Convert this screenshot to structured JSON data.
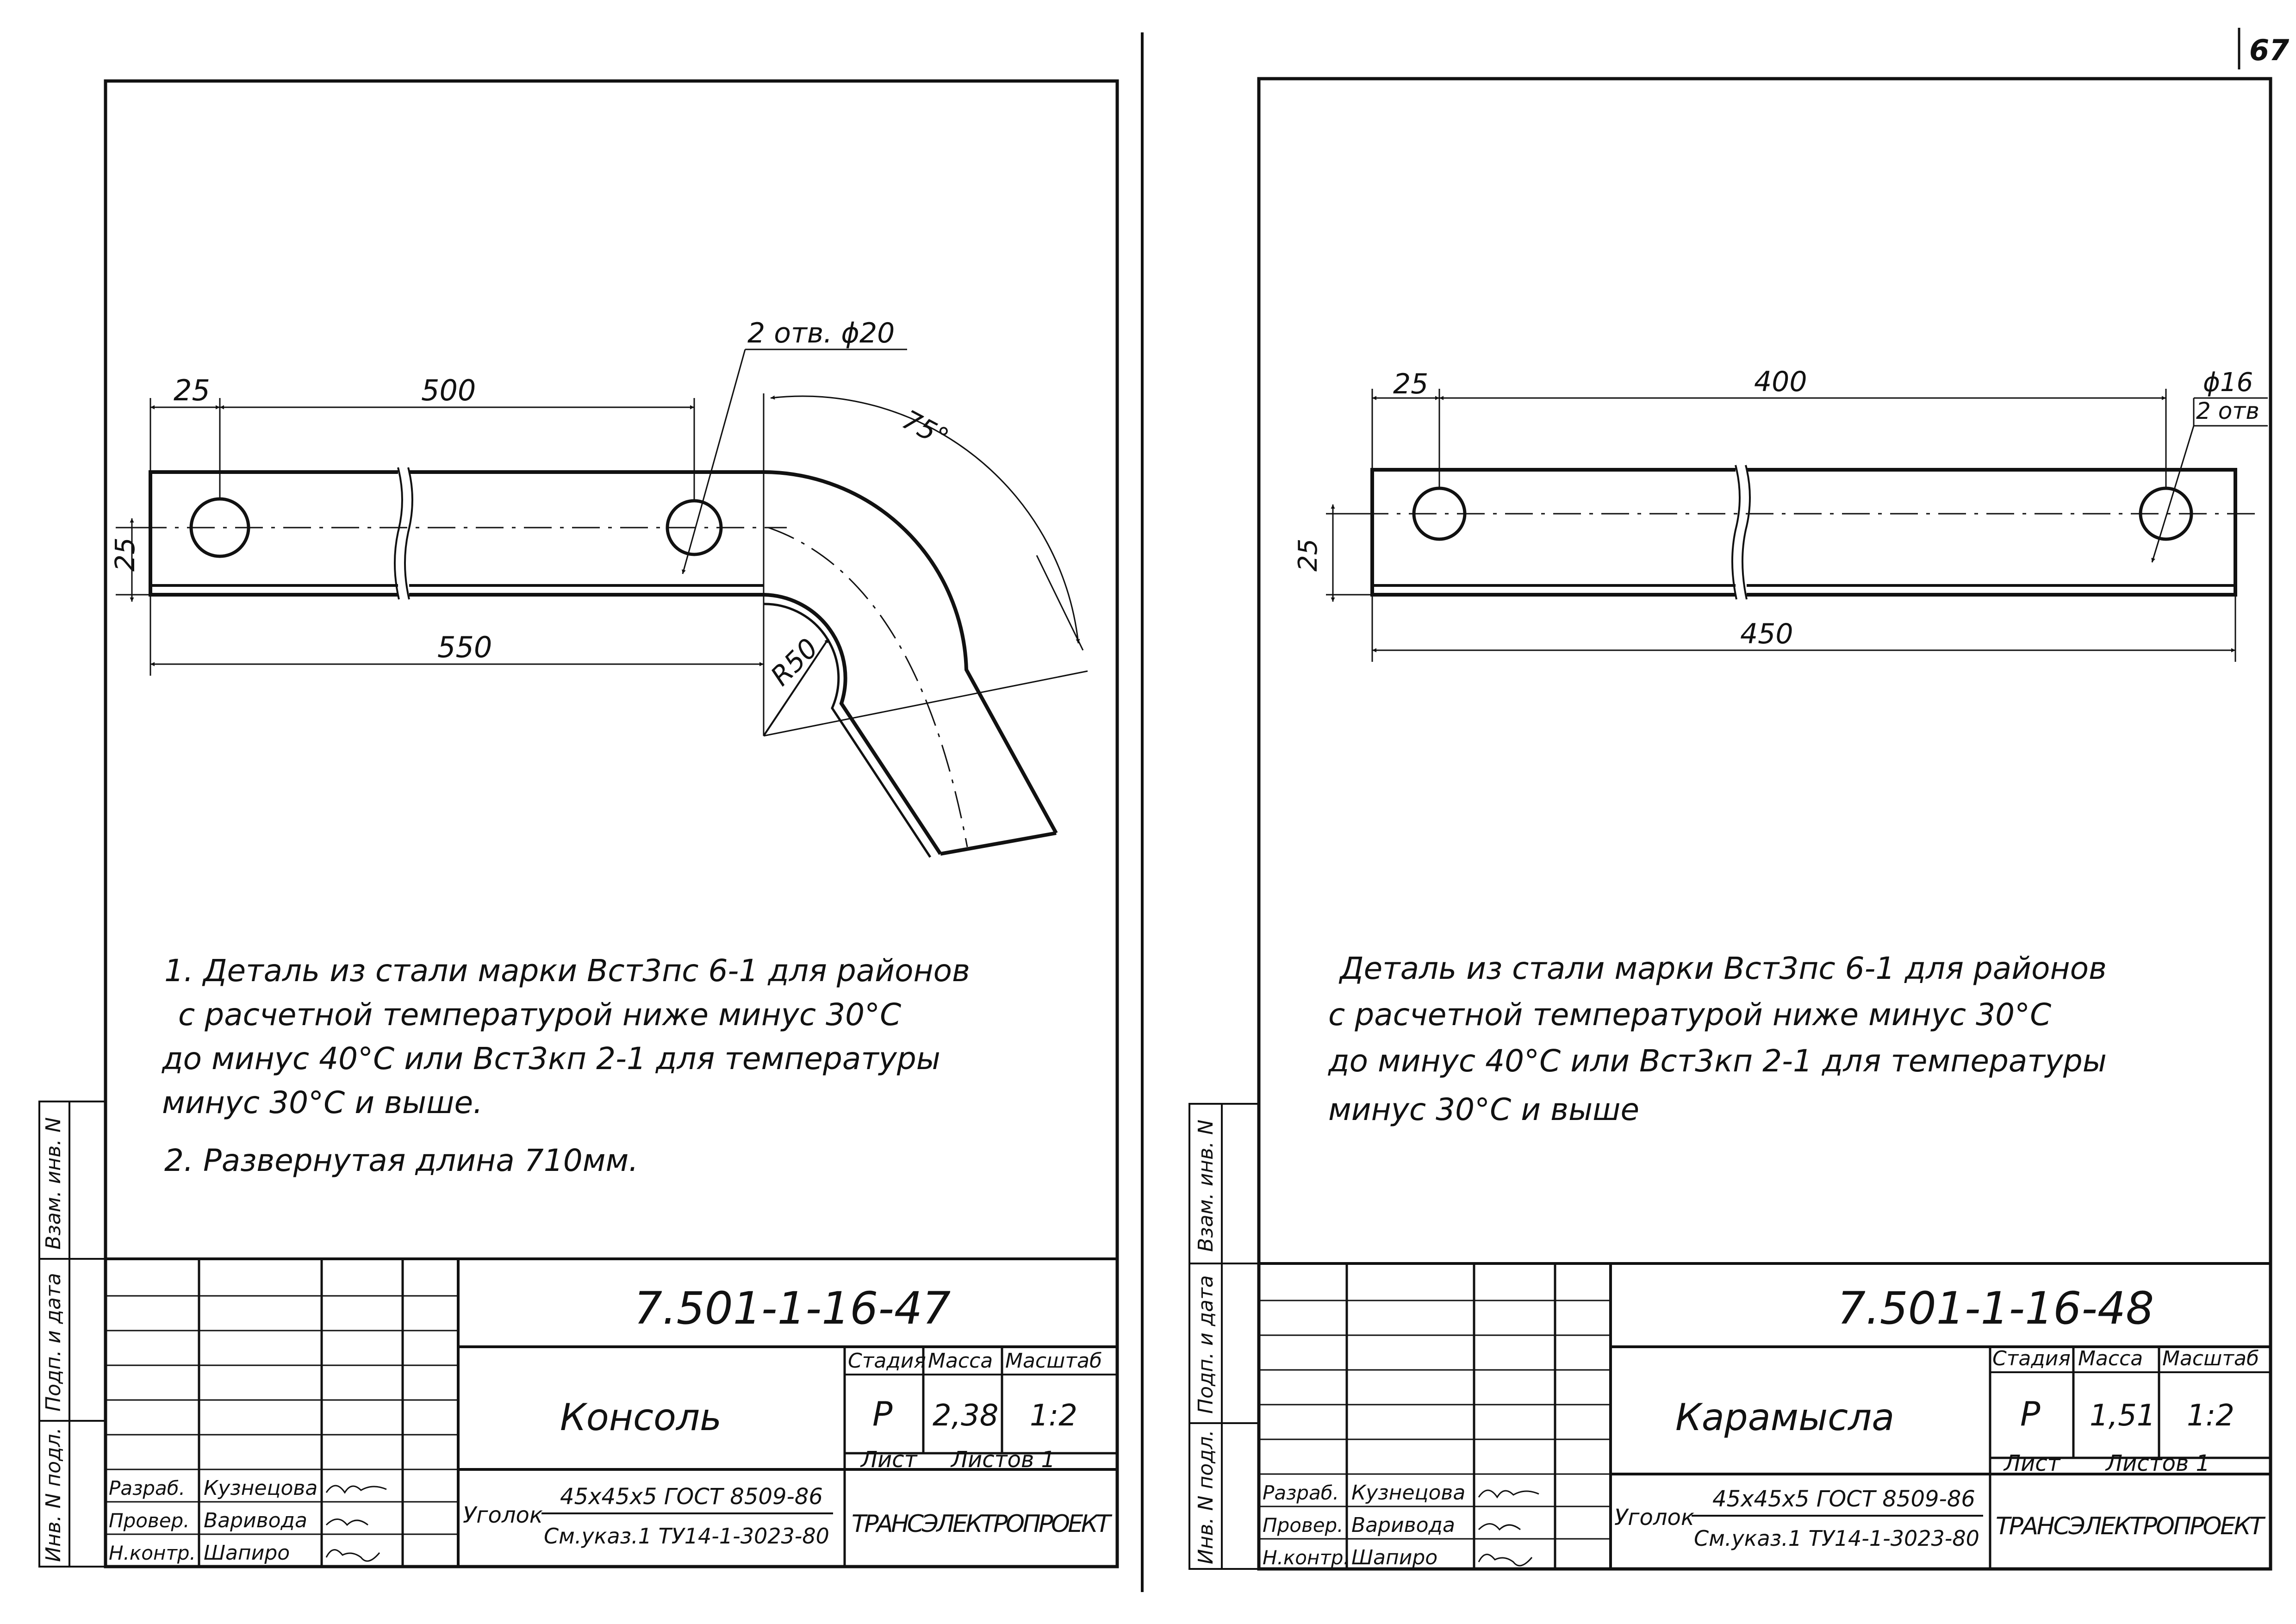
{
  "page_number": "67",
  "left": {
    "drawing": {
      "dim_25_top": "25",
      "dim_500": "500",
      "holes_callout": "2 отв. ϕ20",
      "angle": "75°",
      "dim_25_side": "25",
      "dim_550": "550",
      "radius": "R50"
    },
    "notes": [
      "1. Деталь из стали марки Вст3пс 6-1 для районов",
      "с расчетной температурой ниже минус 30°С",
      "до минус 40°С или Вст3кп 2-1 для температуры",
      "минус 30°С и выше.",
      "2. Развернутая длина 710мм."
    ],
    "side_stamps": [
      "Взам. инв. N",
      "Подп. и дата",
      "Инв. N подл."
    ],
    "title_block": {
      "doc_number": "7.501-1-16-47",
      "name": "Консоль",
      "stage_header": "Стадия",
      "mass_header": "Масса",
      "scale_header": "Масштаб",
      "stage": "Р",
      "mass": "2,38",
      "scale": "1:2",
      "sheet_label": "Лист",
      "sheets_label": "Листов 1",
      "roles": [
        "Разраб.",
        "Провер.",
        "Н.контр."
      ],
      "people": [
        "Кузнецова",
        "Варивода",
        "Шапиро"
      ],
      "material_prefix": "Уголок",
      "material_top": "45x45x5 ГОСТ 8509-86",
      "material_bottom": "См.указ.1 ТУ14-1-3023-80",
      "organization": "ТРАНСЭЛЕКТРОПРОЕКТ"
    }
  },
  "right": {
    "drawing": {
      "dim_25_top": "25",
      "dim_400": "400",
      "hole_dia": "ϕ16",
      "holes_count": "2 отв",
      "dim_25_side": "25",
      "dim_450": "450"
    },
    "notes": [
      "Деталь из стали марки Вст3пс 6-1 для районов",
      "с расчетной температурой ниже минус 30°С",
      "до минус 40°С или Вст3кп 2-1 для температуры",
      "минус 30°С и выше"
    ],
    "side_stamps": [
      "Взам. инв. N",
      "Подп. и дата",
      "Инв. N подл."
    ],
    "title_block": {
      "doc_number": "7.501-1-16-48",
      "name": "Карамысла",
      "stage_header": "Стадия",
      "mass_header": "Масса",
      "scale_header": "Масштаб",
      "stage": "Р",
      "mass": "1,51",
      "scale": "1:2",
      "sheet_label": "Лист",
      "sheets_label": "Листов 1",
      "roles": [
        "Разраб.",
        "Провер.",
        "Н.контр."
      ],
      "people": [
        "Кузнецова",
        "Варивода",
        "Шапиро"
      ],
      "material_prefix": "Уголок",
      "material_top": "45x45x5 ГОСТ 8509-86",
      "material_bottom": "См.указ.1 ТУ14-1-3023-80",
      "organization": "ТРАНСЭЛЕКТРОПРОЕКТ"
    }
  }
}
